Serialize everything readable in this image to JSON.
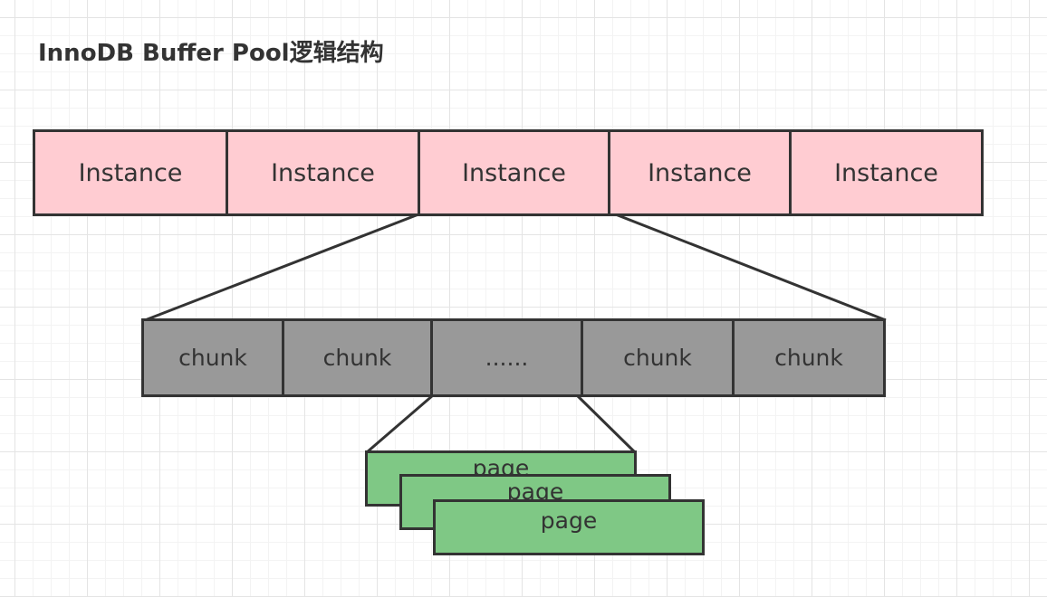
{
  "title": "InnoDB Buffer Pool逻辑结构",
  "instances": [
    "Instance",
    "Instance",
    "Instance",
    "Instance",
    "Instance"
  ],
  "chunks": [
    "chunk",
    "chunk",
    "......",
    "chunk",
    "chunk"
  ],
  "pages": [
    "page",
    "page",
    "page"
  ],
  "colors": {
    "instance_fill": "#ffccd2",
    "chunk_fill": "#999999",
    "page_fill": "#7fc885",
    "outline": "#333333"
  }
}
